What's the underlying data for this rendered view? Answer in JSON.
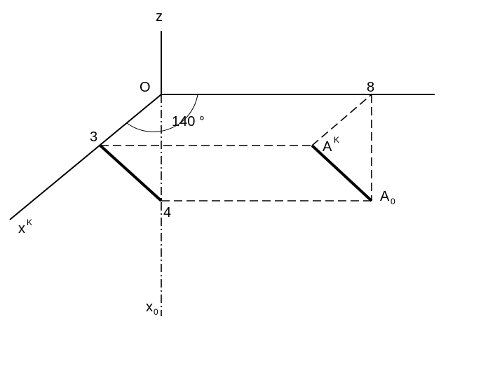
{
  "diagram": {
    "labels": {
      "z": "z",
      "origin": "O",
      "angle": "140 °",
      "point_3": "3",
      "point_8": "8",
      "point_4": "4",
      "a_k_main": "A",
      "a_k_sup": "K",
      "a_0_main": "A",
      "a_0_sub": "0",
      "x_k_main": "x",
      "x_k_sup": "K",
      "x_0_main": "x",
      "x_0_sub": "0"
    },
    "colors": {
      "line": "#000000",
      "background": "#ffffff"
    }
  }
}
